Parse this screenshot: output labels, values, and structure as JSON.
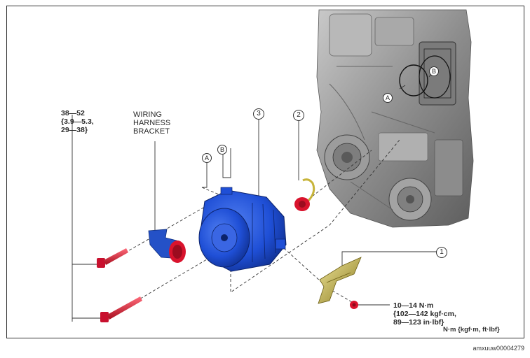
{
  "labels": {
    "torque_bolts": "38—52\n{3.9—5.3,\n29—38}",
    "wiring_harness_bracket": "WIRING\nHARNESS\nBRACKET",
    "torque_nut": "10—14 N·m\n{102—142 kgf·cm,\n89—123 in·lbf}",
    "torque_unit": "N·m {kgf·m, ft·lbf}",
    "image_id": "amxuuw00004279"
  },
  "callouts": {
    "part_1": "1",
    "part_2": "2",
    "part_3": "3",
    "view_a": "A",
    "view_b": "B",
    "engine_a": "A",
    "engine_b": "B"
  },
  "colors": {
    "alternator": "#1f4fd6",
    "bolt": "#d4142a",
    "bracket": "#c7b43a",
    "engine": "#9a9a9a",
    "leader": "#333333"
  }
}
